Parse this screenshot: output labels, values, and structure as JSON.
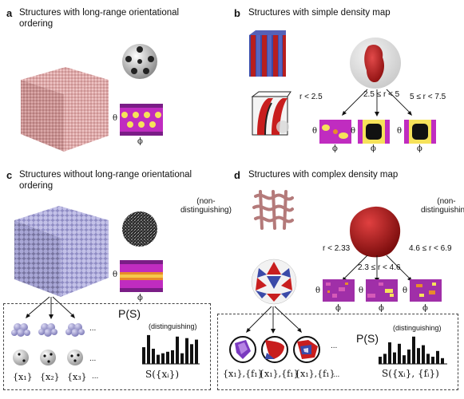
{
  "panels": {
    "a": {
      "letter": "a",
      "title_line1": "Structures with long-range orientational",
      "title_line2": "ordering",
      "theta": "θ",
      "phi": "ϕ"
    },
    "b": {
      "letter": "b",
      "title_line1": "Structures with simple density map",
      "range1": "r < 2.5",
      "range2": "2.5 ≤ r < 5",
      "range3": "5 ≤ r < 7.5",
      "theta": "θ",
      "phi": "ϕ"
    },
    "c": {
      "letter": "c",
      "title_line1": "Structures without long-range orientational",
      "title_line2": "ordering",
      "non_dist_1": "(non-",
      "non_dist_2": "distinguishing)",
      "theta": "θ",
      "phi": "ϕ",
      "ps": "P(S)",
      "distinguishing": "(distinguishing)",
      "x1": "{x₁}",
      "x2": "{x₂}",
      "x3": "{x₃}",
      "dots": "...",
      "sxi": "S({xᵢ})"
    },
    "d": {
      "letter": "d",
      "title_line1": "Structures with complex density map",
      "non_dist_1": "(non-",
      "non_dist_2": "distinguishing)",
      "range1": "r < 2.33",
      "range2": "2.3 ≤ r < 4.6",
      "range3": "4.6 ≤ r < 6.9",
      "theta": "θ",
      "phi": "ϕ",
      "ps": "P(S)",
      "distinguishing": "(distinguishing)",
      "xf1": "{x₁},{f₁}",
      "xf2": "{x₁},{f₁}",
      "xf3": "{x₁},{f₁}",
      "dots": "...",
      "sxf": "S({xᵢ}, {fᵢ})"
    }
  },
  "colors": {
    "crystal_pink": "#d9a3a3",
    "amorphous_lavender": "#a9a7d6",
    "heatmap_magenta": "#c02cc0",
    "heatmap_yellow": "#f6e25a",
    "density_red": "#c81e1e",
    "lamella_blue": "#3a4aa8"
  },
  "histograms": {
    "c": [
      0.55,
      0.95,
      0.5,
      0.3,
      0.35,
      0.4,
      0.45,
      0.9,
      0.35,
      0.85,
      0.65,
      0.8
    ],
    "d": [
      0.25,
      0.35,
      0.75,
      0.4,
      0.7,
      0.3,
      0.5,
      0.95,
      0.55,
      0.65,
      0.35,
      0.25,
      0.45,
      0.2
    ]
  }
}
